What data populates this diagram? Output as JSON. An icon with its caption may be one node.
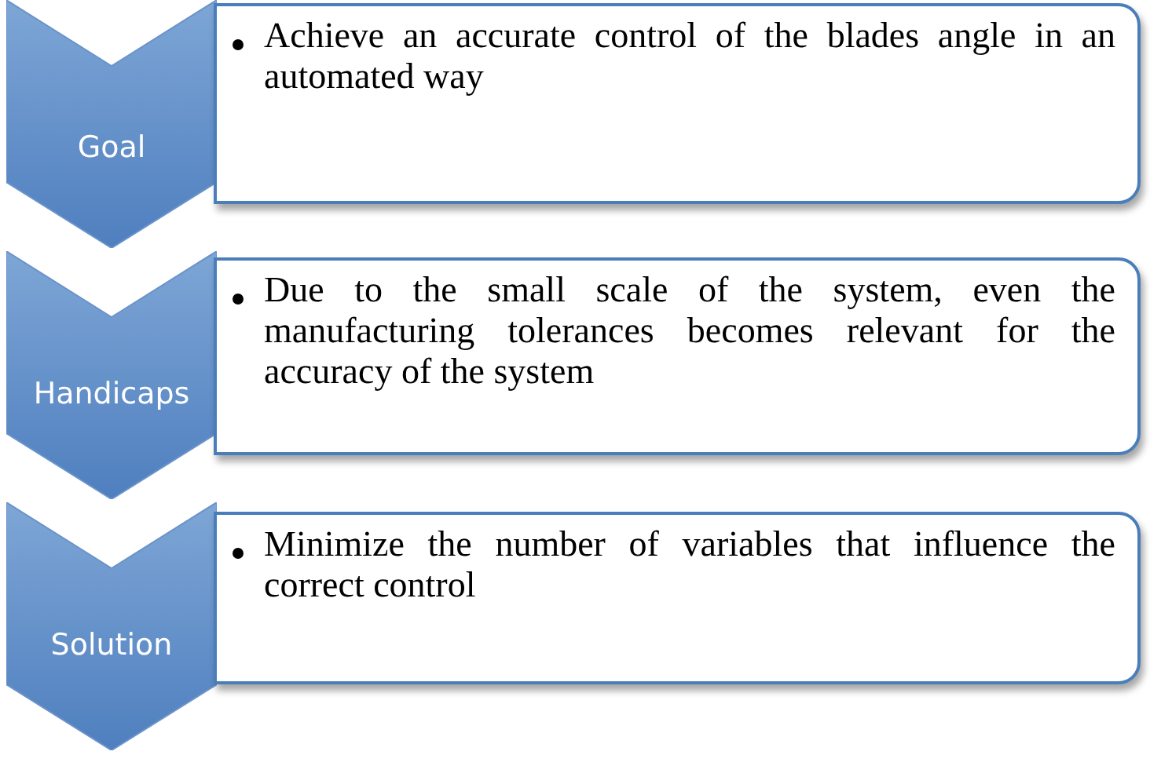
{
  "diagram": {
    "nodes": [
      {
        "text": [
          "Goal"
        ]
      },
      {
        "text": [
          "Achieve an accurate control of the blades angle in an automated way"
        ]
      },
      {
        "text": [
          "Handicaps"
        ]
      },
      {
        "text": [
          "Due to the small scale of the system, even the manufacturing tolerances becomes relevant for the accuracy of the system"
        ]
      },
      {
        "text": [
          "Solution"
        ]
      },
      {
        "text": [
          "Minimize the number of variables that influence the correct control"
        ]
      }
    ]
  }
}
